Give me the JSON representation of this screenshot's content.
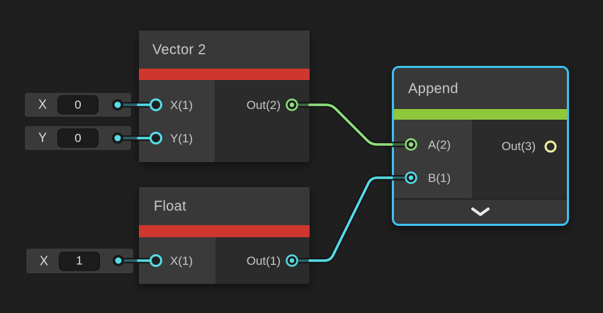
{
  "app": {
    "name": "Shader Graph node canvas"
  },
  "colors": {
    "background": "#1f1f1f",
    "node_header": "#383838",
    "node_body": "#2b2b2b",
    "node_left_panel": "#3a3a3a",
    "accent_red": "#ce362e",
    "accent_green": "#90c83c",
    "selection_blue": "#3fc0ee",
    "wire_cyan": "#55dce6",
    "wire_green": "#8fdf7d",
    "port_yellow": "#f0f0a2"
  },
  "nodes": [
    {
      "title": "Vector 2",
      "accent": "#ce362e",
      "selected": false,
      "inputs": [
        {
          "label": "X(1)"
        },
        {
          "label": "Y(1)"
        }
      ],
      "outputs": [
        {
          "label": "Out(2)"
        }
      ]
    },
    {
      "title": "Float",
      "accent": "#ce362e",
      "selected": false,
      "inputs": [
        {
          "label": "X(1)"
        }
      ],
      "outputs": [
        {
          "label": "Out(1)"
        }
      ]
    },
    {
      "title": "Append",
      "accent": "#90c83c",
      "selected": true,
      "inputs": [
        {
          "label": "A(2)"
        },
        {
          "label": "B(1)"
        }
      ],
      "outputs": [
        {
          "label": "Out(3)"
        }
      ]
    }
  ],
  "inline_values": [
    {
      "label": "X",
      "value": "0"
    },
    {
      "label": "Y",
      "value": "0"
    },
    {
      "label": "X",
      "value": "1"
    }
  ],
  "edges": [
    {
      "name": "vector2-out-to-append-a",
      "color": "#8fdf7d"
    },
    {
      "name": "float-out-to-append-b",
      "color": "#55dce6"
    }
  ]
}
